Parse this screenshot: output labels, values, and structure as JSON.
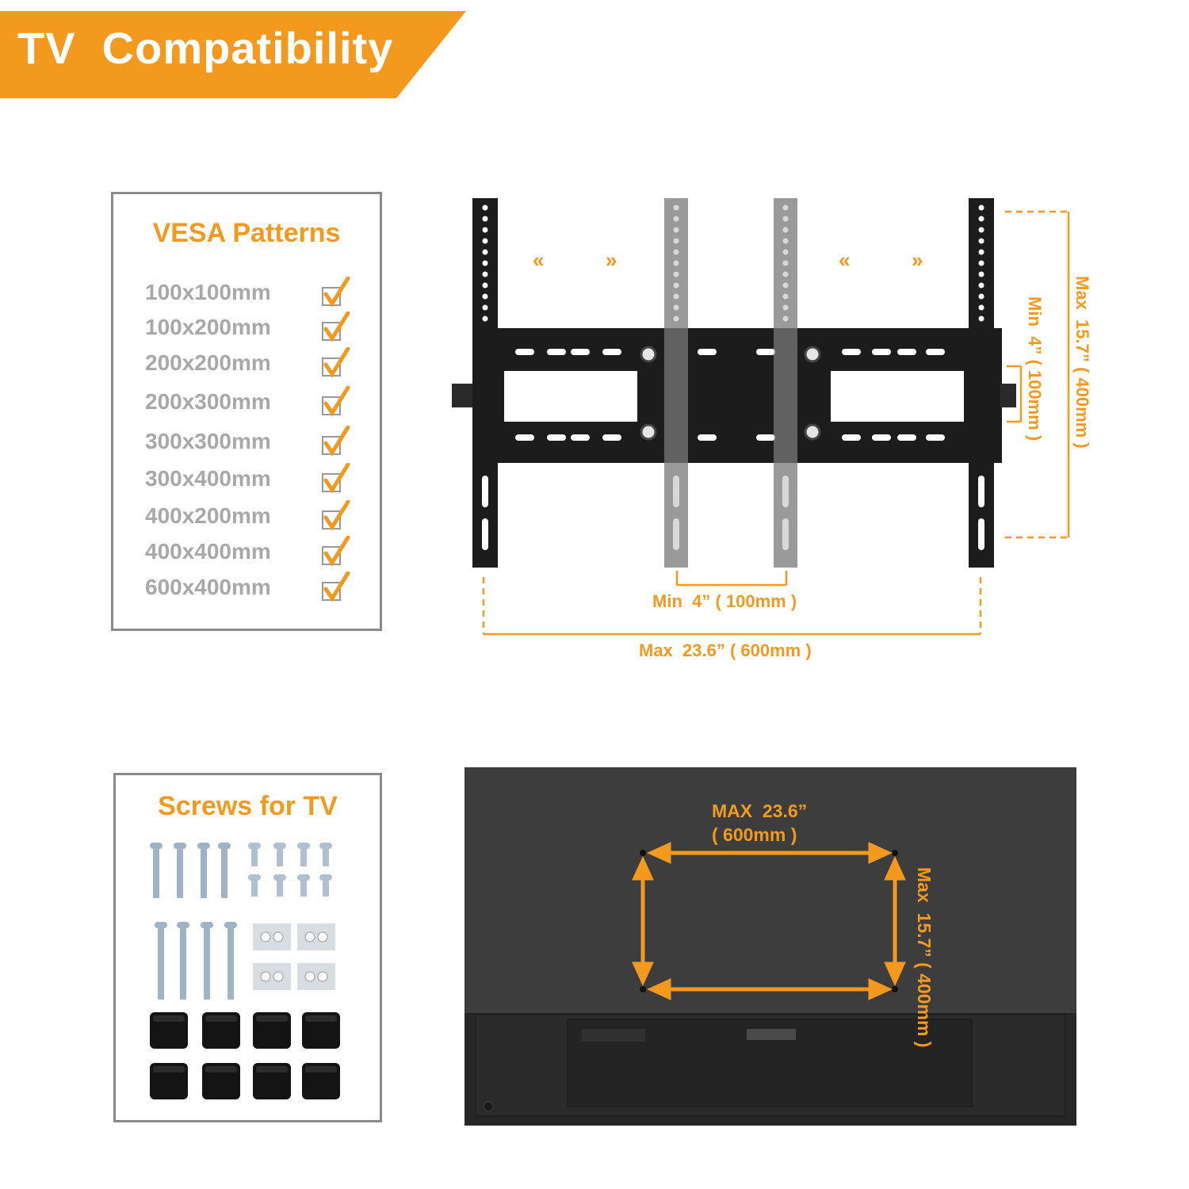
{
  "banner": {
    "title": "TV  Compatibility"
  },
  "vesa": {
    "title": "VESA Patterns",
    "patterns": [
      "100x100mm",
      "100x200mm",
      "200x200mm",
      "200x300mm",
      "300x300mm",
      "300x400mm",
      "400x200mm",
      "400x400mm",
      "600x400mm"
    ]
  },
  "mount_dims": {
    "width_max": "Max  23.6” ( 600mm )",
    "width_min": "Min  4” ( 100mm )",
    "height_max": "Max  15.7” ( 400mm )",
    "height_min": "Min  4” ( 100mm )"
  },
  "screws": {
    "title": "Screws for TV"
  },
  "tv_dims": {
    "width_line1": "MAX  23.6”",
    "width_line2": "( 600mm )",
    "height": "Max  15.7” ( 400mm )"
  },
  "colors": {
    "accent": "#f39a1e",
    "frame_dark": "#1c1c1c",
    "frame_grey": "#9a9a9a",
    "tv_back": "#3a3a3a"
  }
}
